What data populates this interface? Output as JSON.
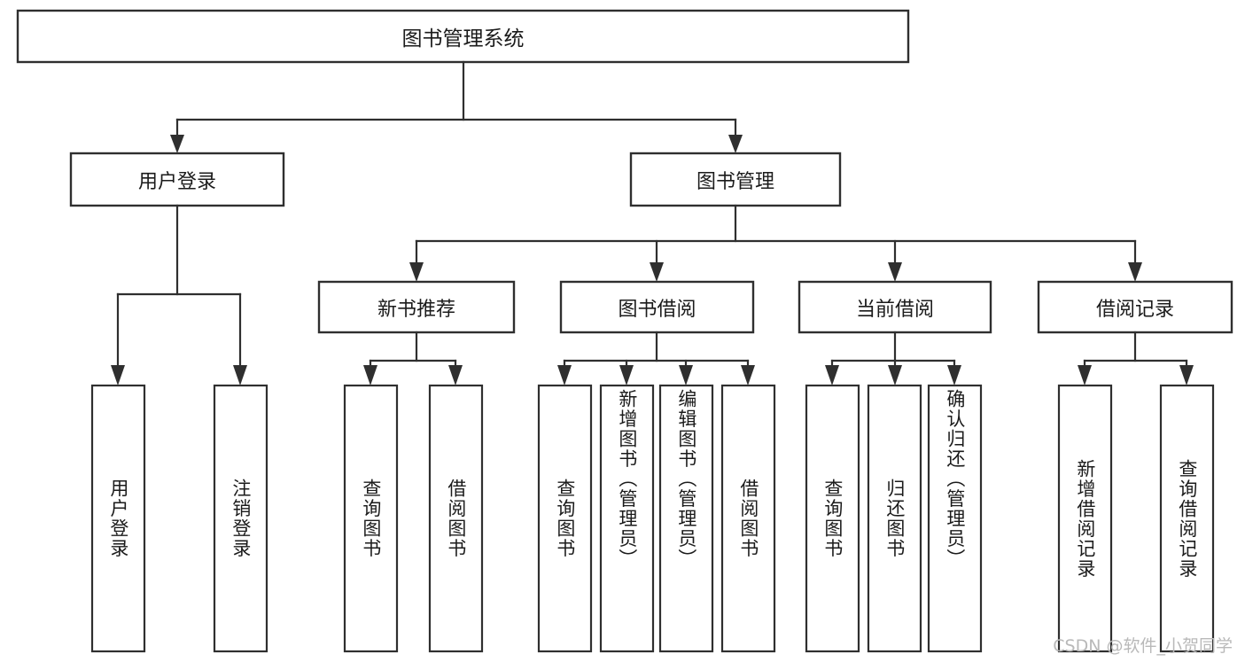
{
  "diagram": {
    "type": "tree-hierarchy",
    "title": "图书管理系统",
    "watermark": "CSDN @软件_小贺同学",
    "colors": {
      "stroke": "#2f2f2f",
      "fill": "#ffffff",
      "text": "#1b1b1b",
      "watermark": "#b9b9b9"
    },
    "root": {
      "label": "图书管理系统"
    },
    "level2": [
      {
        "label": "用户登录"
      },
      {
        "label": "图书管理"
      }
    ],
    "level3": [
      {
        "label": "新书推荐"
      },
      {
        "label": "图书借阅"
      },
      {
        "label": "当前借阅"
      },
      {
        "label": "借阅记录"
      }
    ],
    "leaves": [
      {
        "label": "用户登录",
        "parent": "用户登录"
      },
      {
        "label": "注销登录",
        "parent": "用户登录"
      },
      {
        "label": "查询图书",
        "parent": "新书推荐"
      },
      {
        "label": "借阅图书",
        "parent": "新书推荐"
      },
      {
        "label": "查询图书",
        "parent": "图书借阅"
      },
      {
        "label": "新增图书（管理员）",
        "parent": "图书借阅"
      },
      {
        "label": "编辑图书（管理员）",
        "parent": "图书借阅"
      },
      {
        "label": "借阅图书",
        "parent": "图书借阅"
      },
      {
        "label": "查询图书",
        "parent": "当前借阅"
      },
      {
        "label": "归还图书",
        "parent": "当前借阅"
      },
      {
        "label": "确认归还（管理员）",
        "parent": "当前借阅"
      },
      {
        "label": "新增借阅记录",
        "parent": "借阅记录"
      },
      {
        "label": "查询借阅记录",
        "parent": "借阅记录"
      }
    ]
  }
}
